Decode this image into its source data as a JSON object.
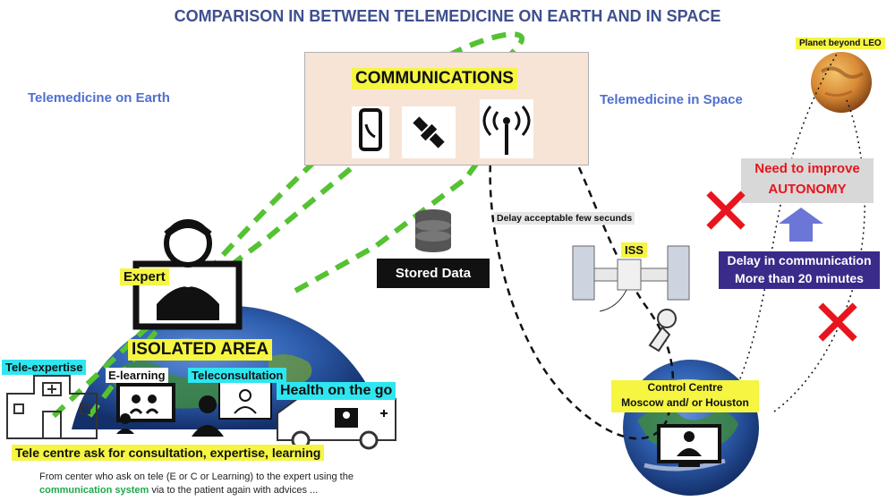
{
  "title": "COMPARISON IN BETWEEN TELEMEDICINE ON EARTH AND IN SPACE",
  "sections": {
    "earth": "Telemedicine on Earth",
    "space": "Telemedicine in Space"
  },
  "communications": {
    "label": "COMMUNICATIONS",
    "icons": [
      "phone-icon",
      "satellite-icon",
      "antenna-icon"
    ]
  },
  "stored_data": {
    "label": "Stored Data",
    "icon": "database-icon"
  },
  "earth_side": {
    "expert": "Expert",
    "isolated_area": "ISOLATED AREA",
    "tele_expertise": "Tele-expertise",
    "e_learning": "E-learning",
    "teleconsultation": "Teleconsultation",
    "health_on_the_go": "Health on the go",
    "tele_centre": "Tele centre ask for consultation, expertise, learning"
  },
  "footnote": {
    "line1": "From center who ask on tele (E or C or Learning) to the expert using the",
    "highlight": "communication system",
    "line2_rest": " via to the patient again with advices ..."
  },
  "space_side": {
    "planet": "Planet beyond LEO",
    "delay_acceptable": "Delay acceptable few secunds",
    "iss": "ISS",
    "need_autonomy_line1": "Need to improve",
    "need_autonomy_line2": "AUTONOMY",
    "delay_line1": "Delay in communication",
    "delay_line2": "More than 20 minutes",
    "control_line1": "Control Centre",
    "control_line2": "Moscow and/ or Houston"
  },
  "colors": {
    "title": "#3f4f8f",
    "section": "#4f6fd0",
    "highlight_yellow": "#f5f542",
    "highlight_cyan": "#2ee6f0",
    "link_green": "#55c232",
    "alert_red": "#e8141e",
    "delay_purple": "#3a2a8a"
  }
}
